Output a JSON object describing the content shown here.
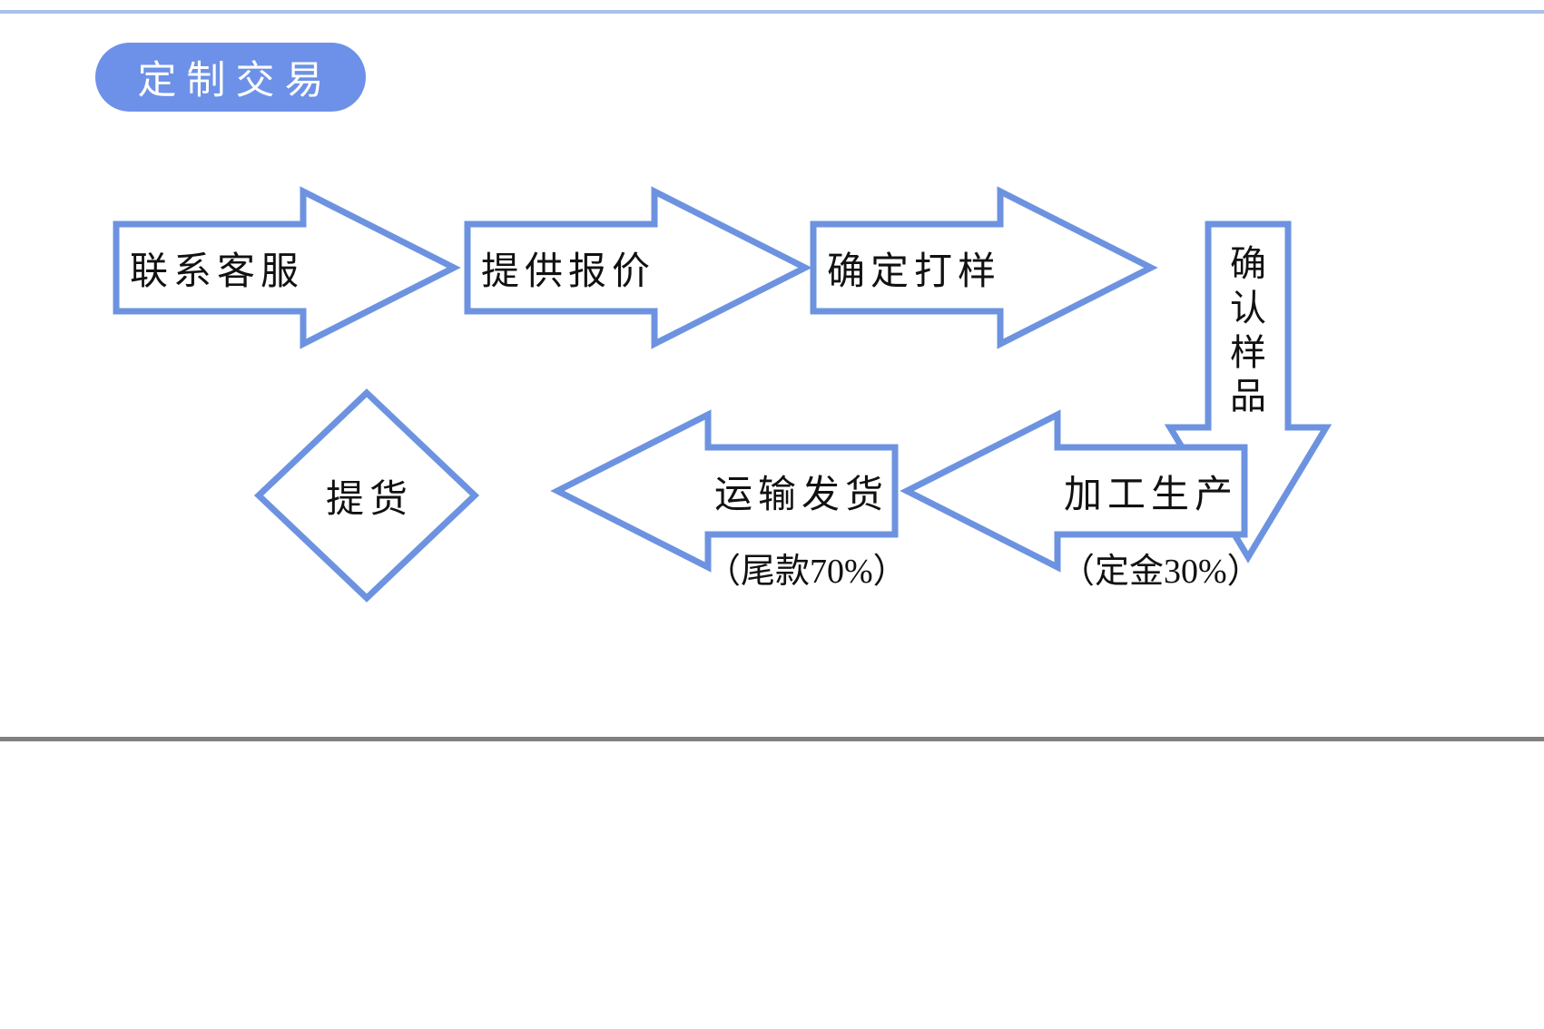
{
  "page": {
    "title_badge": "定制交易",
    "background_color": "#ffffff",
    "accent_color": "#6d93e0",
    "badge_color": "#6d91e8",
    "badge_text_color": "#ffffff",
    "top_rule_color": "#a8c3e8",
    "bottom_rule_color": "#808080",
    "text_color": "#111111"
  },
  "flow": {
    "row1": [
      {
        "label": "联系客服",
        "shape": "arrow-right"
      },
      {
        "label": "提供报价",
        "shape": "arrow-right"
      },
      {
        "label": "确定打样",
        "shape": "arrow-right"
      }
    ],
    "connector_down": {
      "label": "确认样品",
      "chars": [
        "确",
        "认",
        "样",
        "品"
      ],
      "shape": "arrow-down"
    },
    "row2": [
      {
        "label": "加工生产",
        "shape": "arrow-left",
        "caption": "（定金30%）"
      },
      {
        "label": "运输发货",
        "shape": "arrow-left",
        "caption": "（尾款70%）"
      },
      {
        "label": "提货",
        "shape": "diamond",
        "caption": ""
      }
    ]
  },
  "captions": {
    "deposit": "（定金30%）",
    "balance": "（尾款70%）"
  }
}
